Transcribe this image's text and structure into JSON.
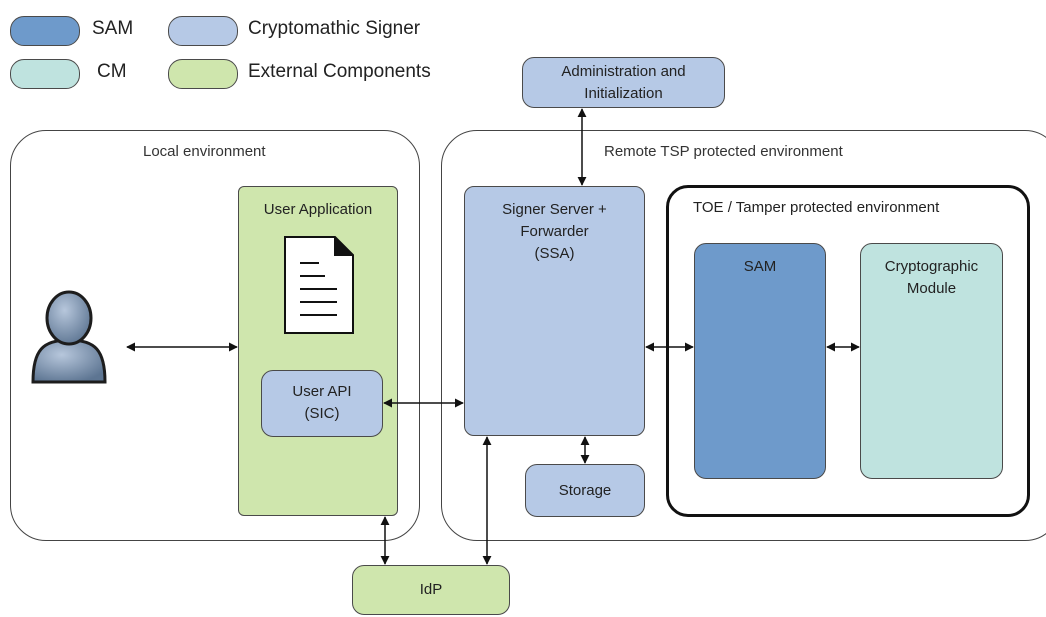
{
  "colors": {
    "sam": "#6e9acb",
    "cryptomathic_signer": "#b6c9e6",
    "cm": "#bfe3df",
    "external_components": "#cfe6ad"
  },
  "legend": {
    "sam": "SAM",
    "signer": "Cryptomathic Signer",
    "cm": "CM",
    "external": "External Components"
  },
  "nodes": {
    "admin_line1": "Administration and",
    "admin_line2": "Initialization",
    "local_env": "Local environment",
    "remote_env": "Remote TSP protected environment",
    "toe_env": "TOE / Tamper protected environment",
    "user_app": "User Application",
    "user_api_line1": "User API",
    "user_api_line2": "(SIC)",
    "signer_line1": "Signer Server +",
    "signer_line2": "Forwarder",
    "signer_line3": "(SSA)",
    "sam": "SAM",
    "crypto_line1": "Cryptographic",
    "crypto_line2": "Module",
    "storage": "Storage",
    "idp": "IdP"
  },
  "icons": {
    "user": "user-silhouette-icon",
    "document": "document-icon"
  }
}
